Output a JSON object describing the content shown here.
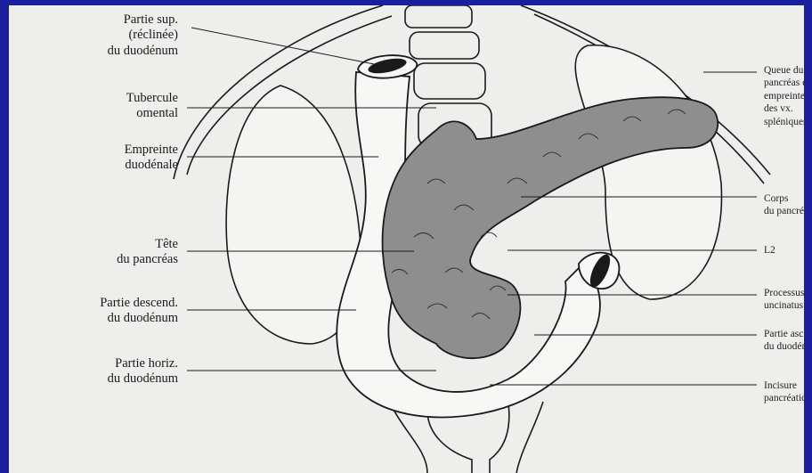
{
  "labels_left": [
    {
      "key": "partie_sup",
      "text": "Partie sup.\n(réclinée)\ndu duodénum"
    },
    {
      "key": "tubercule",
      "text": "Tubercule\nomental"
    },
    {
      "key": "empreinte",
      "text": "Empreinte\nduodénale"
    },
    {
      "key": "tete",
      "text": "Tête\ndu pancréas"
    },
    {
      "key": "partie_descend",
      "text": "Partie descend.\ndu duodénum"
    },
    {
      "key": "partie_horiz",
      "text": "Partie horiz.\ndu duodénum"
    }
  ],
  "labels_right": [
    {
      "key": "queue",
      "text": "Queue du\npancréas et\nempreinte\ndes vx.\nspléniques"
    },
    {
      "key": "corps",
      "text": "Corps\ndu pancréas"
    },
    {
      "key": "l2",
      "text": "L2"
    },
    {
      "key": "processus",
      "text": "Processus\nuncinatus"
    },
    {
      "key": "partie_asc",
      "text": "Partie asc.\ndu duodénum"
    },
    {
      "key": "incisure",
      "text": "Incisure\npancréatique"
    }
  ],
  "colors": {
    "frame": "#1a1fa0",
    "paper": "#eeeeec",
    "pancreas": "#8e8e8e",
    "ink": "#1a1a1a"
  }
}
